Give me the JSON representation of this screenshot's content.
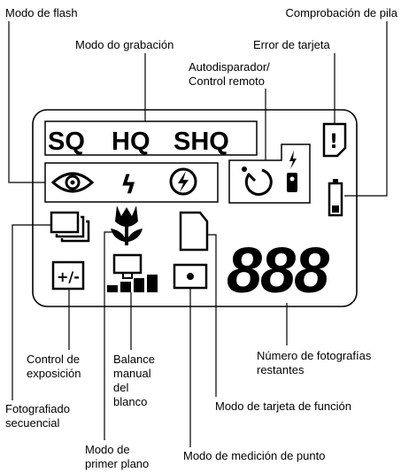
{
  "labels": {
    "flash_mode": "Modo de flash",
    "battery_check": "Comprobación de pila",
    "record_mode": "Modo do grabación",
    "card_error": "Error de tarjeta",
    "self_timer_line1": "Autodisparador/",
    "self_timer_line2": "Control remoto",
    "exposure_line1": "Control de",
    "exposure_line2": "exposición",
    "white_balance_line1": "Balance",
    "white_balance_line2": "manual",
    "white_balance_line3": "del",
    "white_balance_line4": "blanco",
    "remaining_line1": "Número de fotografías",
    "remaining_line2": "restantes",
    "sequential_line1": "Fotografiado",
    "sequential_line2": "secuencial",
    "function_card": "Modo de tarjeta de función",
    "closeup_line1": "Modo de",
    "closeup_line2": "primer plano",
    "spot_metering": "Modo de medición de punto"
  },
  "display": {
    "quality_sq": "SQ",
    "quality_hq": "HQ",
    "quality_shq": "SHQ",
    "card_error_mark": "!",
    "flash_bolt": "ϟ",
    "exposure_text": "+/-",
    "frame_counter": "888"
  }
}
